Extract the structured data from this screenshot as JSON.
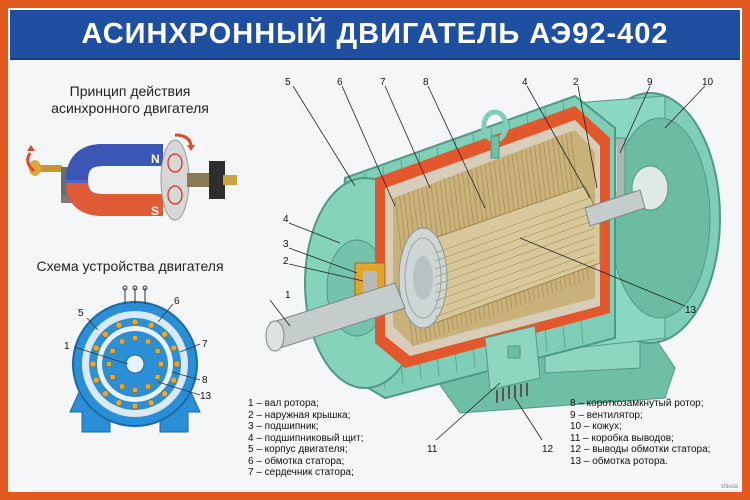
{
  "title": "АСИНХРОННЫЙ ДВИГАТЕЛЬ АЭ92-402",
  "principle": {
    "heading_line1": "Принцип действия",
    "heading_line2": "асинхронного двигателя",
    "pole_n": "N",
    "pole_s": "S"
  },
  "scheme": {
    "heading": "Схема устройства двигателя",
    "labels": [
      "5",
      "6",
      "1",
      "7",
      "8",
      "13"
    ]
  },
  "callouts": [
    "1",
    "2",
    "3",
    "4",
    "5",
    "6",
    "7",
    "8",
    "4",
    "2",
    "9",
    "10",
    "13",
    "11",
    "12"
  ],
  "legend_left": [
    "1 – вал ротора;",
    "2 – наружная крышка;",
    "3 – подшипник;",
    "4 – подшипниковый щит;",
    "5 – корпус двигателя;",
    "6 – обмотка статора;",
    "7 – сердечник статора;"
  ],
  "legend_right": [
    "8 – короткозамкнутый ротор;",
    "9 – вентилятор;",
    "10 – кожух;",
    "11 – коробка выводов;",
    "12 – выводы обмотки статора;",
    "13 – обмотка ротора."
  ],
  "colors": {
    "title_bg": "#1e4fa0",
    "frame": "#e25a20",
    "motor_body": "#7fcfb8",
    "cutaway": "#e2572b",
    "scheme_blue": "#2a8fd6"
  },
  "watermark": "shkola"
}
